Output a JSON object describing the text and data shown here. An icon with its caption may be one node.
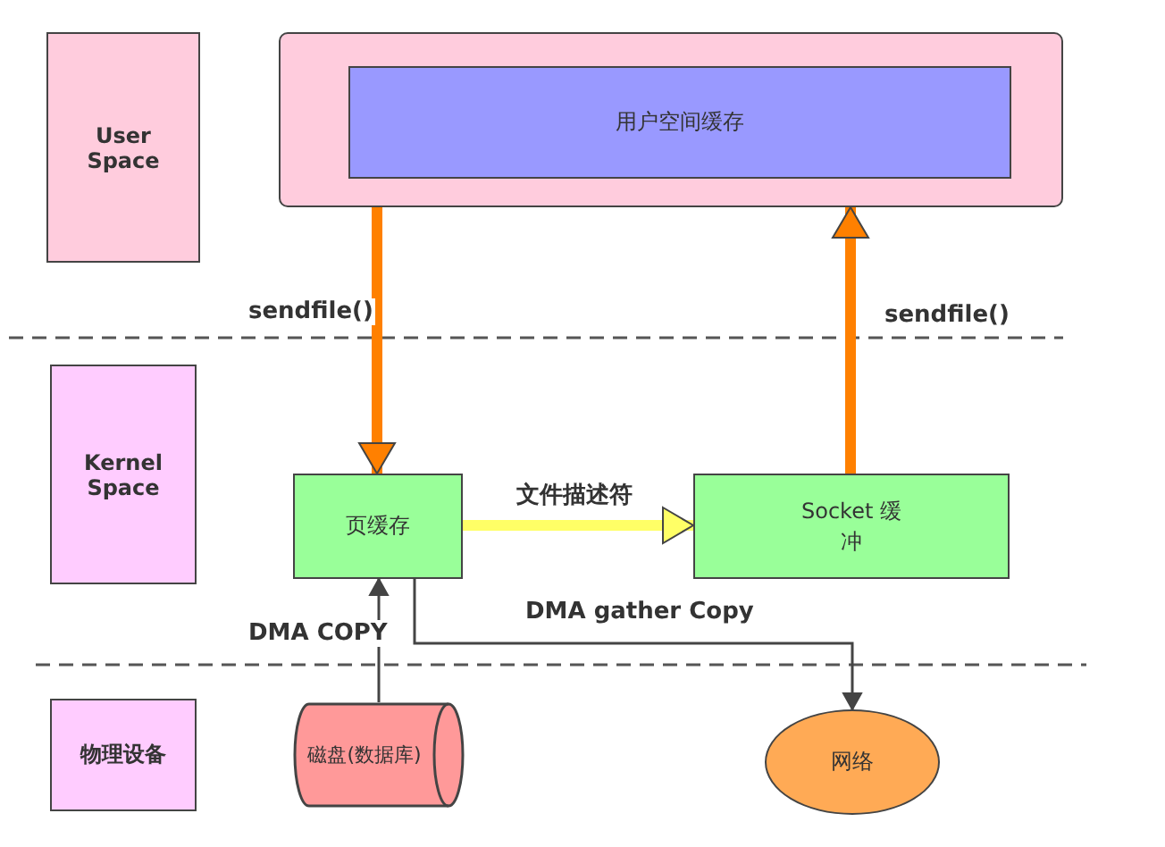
{
  "diagram": {
    "nodes": [
      {
        "text": [
          "User Space"
        ]
      },
      {
        "text": [],
        "shape": "box"
      },
      {
        "text": [
          "用户空间缓存"
        ],
        "in": 1
      },
      {
        "text": [
          "Kernel Space"
        ]
      },
      {
        "text": [
          "页缓存"
        ]
      },
      {
        "text": [
          "Socket 缓冲"
        ]
      },
      {
        "text": [
          "物理设备"
        ]
      },
      {
        "text": [
          "磁盘(数据库)"
        ]
      },
      {
        "text": [
          "网络"
        ]
      }
    ],
    "edges": [
      {
        "from": 1,
        "to": 4,
        "arrow": "to",
        "label": "sendfile()",
        "color": "#ff8000"
      },
      {
        "from": 5,
        "to": 1,
        "arrow": "to",
        "label": "sendfile()",
        "color": "#ff8000"
      },
      {
        "from": 4,
        "to": 5,
        "arrow": "to",
        "label": "文件描述符",
        "color": "#ffff66"
      },
      {
        "from": 7,
        "to": 4,
        "arrow": "to",
        "label": "DMA COPY",
        "color": "#444444"
      },
      {
        "from": 4,
        "to": 8,
        "arrow": "to",
        "label": "DMA gather Copy",
        "color": "#444444"
      }
    ]
  }
}
